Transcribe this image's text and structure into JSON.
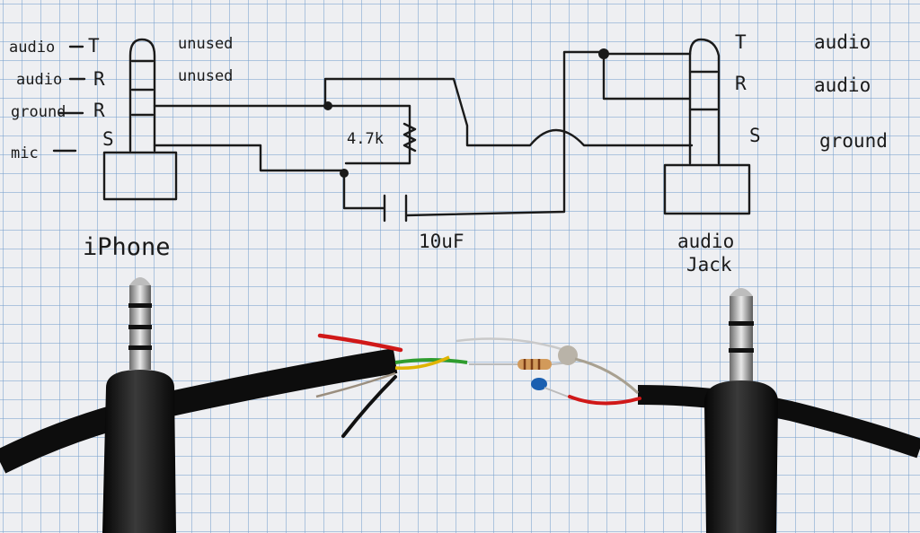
{
  "schematic": {
    "left_pin_functions": [
      "audio",
      "audio",
      "ground",
      "mic"
    ],
    "left_pin_letters": [
      "T",
      "R",
      "R",
      "S"
    ],
    "left_unused": [
      "unused",
      "unused"
    ],
    "right_pin_letters": [
      "T",
      "R",
      "S"
    ],
    "right_pin_functions": [
      "audio",
      "audio",
      "ground"
    ],
    "left_device": "iPhone",
    "right_device_line1": "audio",
    "right_device_line2": "Jack",
    "resistor": "4.7k",
    "capacitor": "10uF"
  },
  "colors": {
    "ink": "#1a1a1a",
    "grid": "#7aa0cd",
    "paper": "#eeeff2",
    "cable": "#111111",
    "wire_red": "#d01818",
    "wire_green": "#2e9c2e",
    "wire_yellow": "#e0b400",
    "capacitor_blue": "#1a5fb0",
    "resistor_tan": "#d29a5a"
  }
}
